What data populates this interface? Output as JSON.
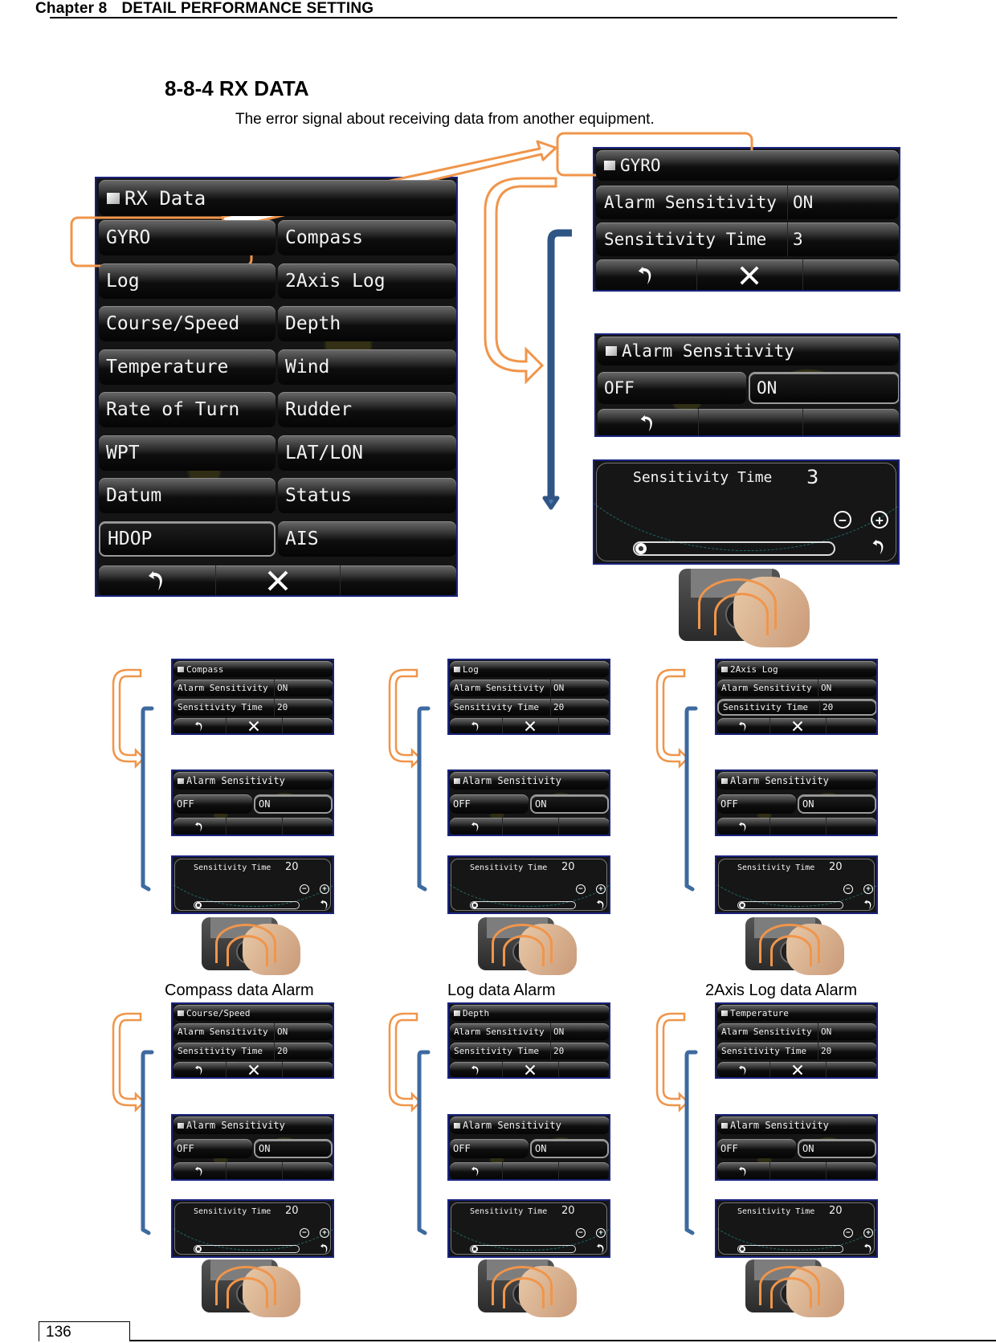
{
  "header": {
    "chapter_label": "Chapter 8",
    "chapter_title": "DETAIL PERFORMANCE SETTING"
  },
  "section": {
    "title": "8-8-4 RX DATA",
    "description": "The error signal about receiving data from another equipment."
  },
  "rx_menu": {
    "title": "RX Data",
    "items": [
      {
        "label": "GYRO"
      },
      {
        "label": "Compass"
      },
      {
        "label": "Log"
      },
      {
        "label": "2Axis Log"
      },
      {
        "label": "Course/Speed"
      },
      {
        "label": "Depth"
      },
      {
        "label": "Temperature"
      },
      {
        "label": "Wind"
      },
      {
        "label": "Rate of Turn"
      },
      {
        "label": "Rudder"
      },
      {
        "label": "WPT"
      },
      {
        "label": "LAT/LON"
      },
      {
        "label": "Datum"
      },
      {
        "label": "Status"
      },
      {
        "label": "HDOP"
      },
      {
        "label": "AIS"
      }
    ],
    "selected": "HDOP",
    "footer": {
      "back_icon": "back-arrow-icon",
      "close_icon": "close-x-icon"
    }
  },
  "gyro": {
    "settings": {
      "title": "GYRO",
      "alarm_label": "Alarm Sensitivity",
      "alarm_value": "ON",
      "time_label": "Sensitivity Time",
      "time_value": "3"
    },
    "alarm_dialog": {
      "title": "Alarm Sensitivity",
      "off": "OFF",
      "on": "ON",
      "selected": "ON"
    },
    "slider": {
      "label": "Sensitivity Time",
      "value": "3",
      "minus": "−",
      "plus": "+"
    }
  },
  "examples": [
    {
      "title": "Compass",
      "alarm_label": "Alarm Sensitivity",
      "alarm_value": "ON",
      "time_label": "Sensitivity Time",
      "time_value": "20",
      "dialog_title": "Alarm Sensitivity",
      "off": "OFF",
      "on": "ON",
      "slider_label": "Sensitivity Time",
      "slider_value": "20",
      "caption": "Compass data Alarm"
    },
    {
      "title": "Log",
      "alarm_label": "Alarm Sensitivity",
      "alarm_value": "ON",
      "time_label": "Sensitivity Time",
      "time_value": "20",
      "dialog_title": "Alarm Sensitivity",
      "off": "OFF",
      "on": "ON",
      "slider_label": "Sensitivity Time",
      "slider_value": "20",
      "caption": "Log data Alarm"
    },
    {
      "title": "2Axis Log",
      "alarm_label": "Alarm Sensitivity",
      "alarm_value": "ON",
      "time_label": "Sensitivity Time",
      "time_value": "20",
      "dialog_title": "Alarm Sensitivity",
      "off": "OFF",
      "on": "ON",
      "slider_label": "Sensitivity Time",
      "slider_value": "20",
      "caption": "2Axis Log data Alarm"
    },
    {
      "title": "Course/Speed",
      "alarm_label": "Alarm Sensitivity",
      "alarm_value": "ON",
      "time_label": "Sensitivity Time",
      "time_value": "20",
      "dialog_title": "Alarm Sensitivity",
      "off": "OFF",
      "on": "ON",
      "slider_label": "Sensitivity Time",
      "slider_value": "20"
    },
    {
      "title": "Depth",
      "alarm_label": "Alarm Sensitivity",
      "alarm_value": "ON",
      "time_label": "Sensitivity Time",
      "time_value": "20",
      "dialog_title": "Alarm Sensitivity",
      "off": "OFF",
      "on": "ON",
      "slider_label": "Sensitivity Time",
      "slider_value": "20"
    },
    {
      "title": "Temperature",
      "alarm_label": "Alarm Sensitivity",
      "alarm_value": "ON",
      "time_label": "Sensitivity Time",
      "time_value": "20",
      "dialog_title": "Alarm Sensitivity",
      "off": "OFF",
      "on": "ON",
      "slider_label": "Sensitivity Time",
      "slider_value": "20"
    }
  ],
  "colors": {
    "callout_orange": "#f0954a",
    "flow_blue": "#3d6aa0",
    "screen_border": "#1a237e"
  },
  "footer": {
    "page_number": "136"
  }
}
